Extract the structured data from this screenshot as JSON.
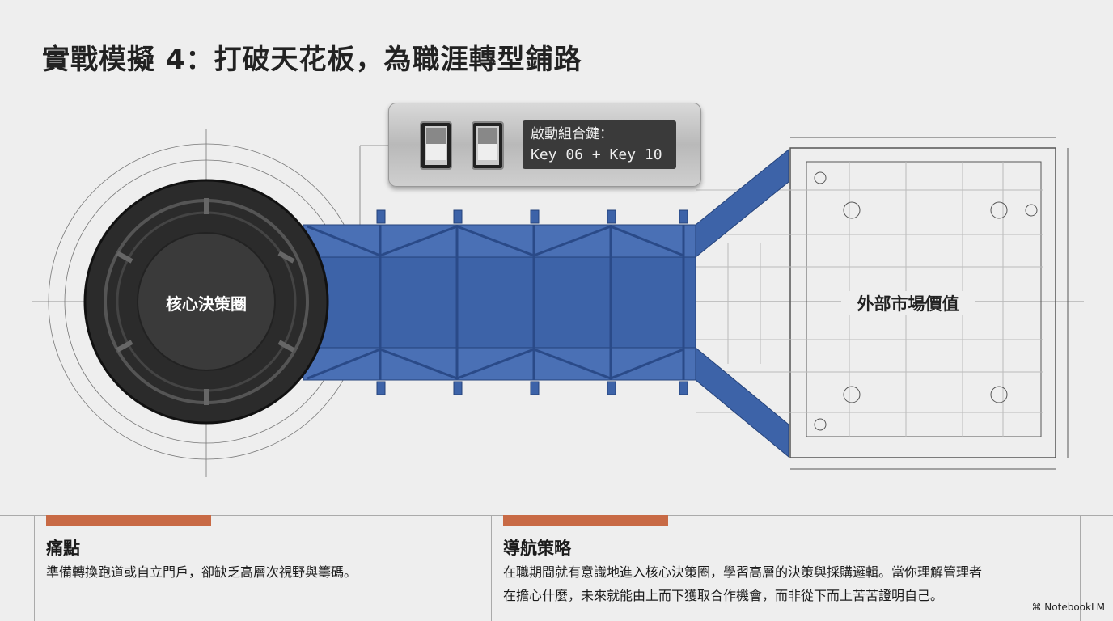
{
  "title": "實戰模擬 4：打破天花板，為職涯轉型鋪路",
  "panel": {
    "label": "啟動組合鍵：",
    "keys": "Key 06 + Key 10"
  },
  "diagram": {
    "left_node": "核心決策圈",
    "right_node": "外部市場價值",
    "bridge_color": "#3d63a8"
  },
  "sections": [
    {
      "heading": "痛點",
      "text": "準備轉換跑道或自立門戶，卻缺乏高層次視野與籌碼。"
    },
    {
      "heading": "導航策略",
      "lines": [
        "在職期間就有意識地進入核心決策圈，學習高層的決策與採購邏輯。當你理解管理者",
        "在擔心什麼，未來就能由上而下獲取合作機會，而非從下而上苦苦證明自己。"
      ]
    }
  ],
  "accent_color": "#c86a45",
  "brand": "NotebookLM"
}
